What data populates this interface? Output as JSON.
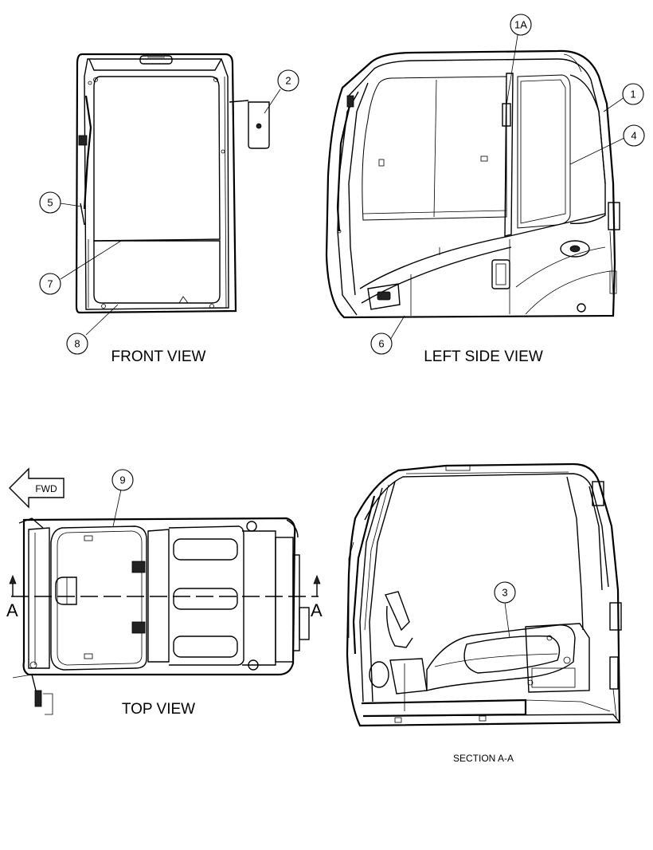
{
  "views": {
    "front": "FRONT VIEW",
    "left_side": "LEFT SIDE VIEW",
    "top": "TOP VIEW",
    "section": "SECTION A-A"
  },
  "direction_arrow": "FWD",
  "section_marker": "A",
  "callouts": {
    "c1": "1",
    "c1a": "1A",
    "c2": "2",
    "c3": "3",
    "c4": "4",
    "c5": "5",
    "c6": "6",
    "c7": "7",
    "c8": "8",
    "c9": "9"
  }
}
